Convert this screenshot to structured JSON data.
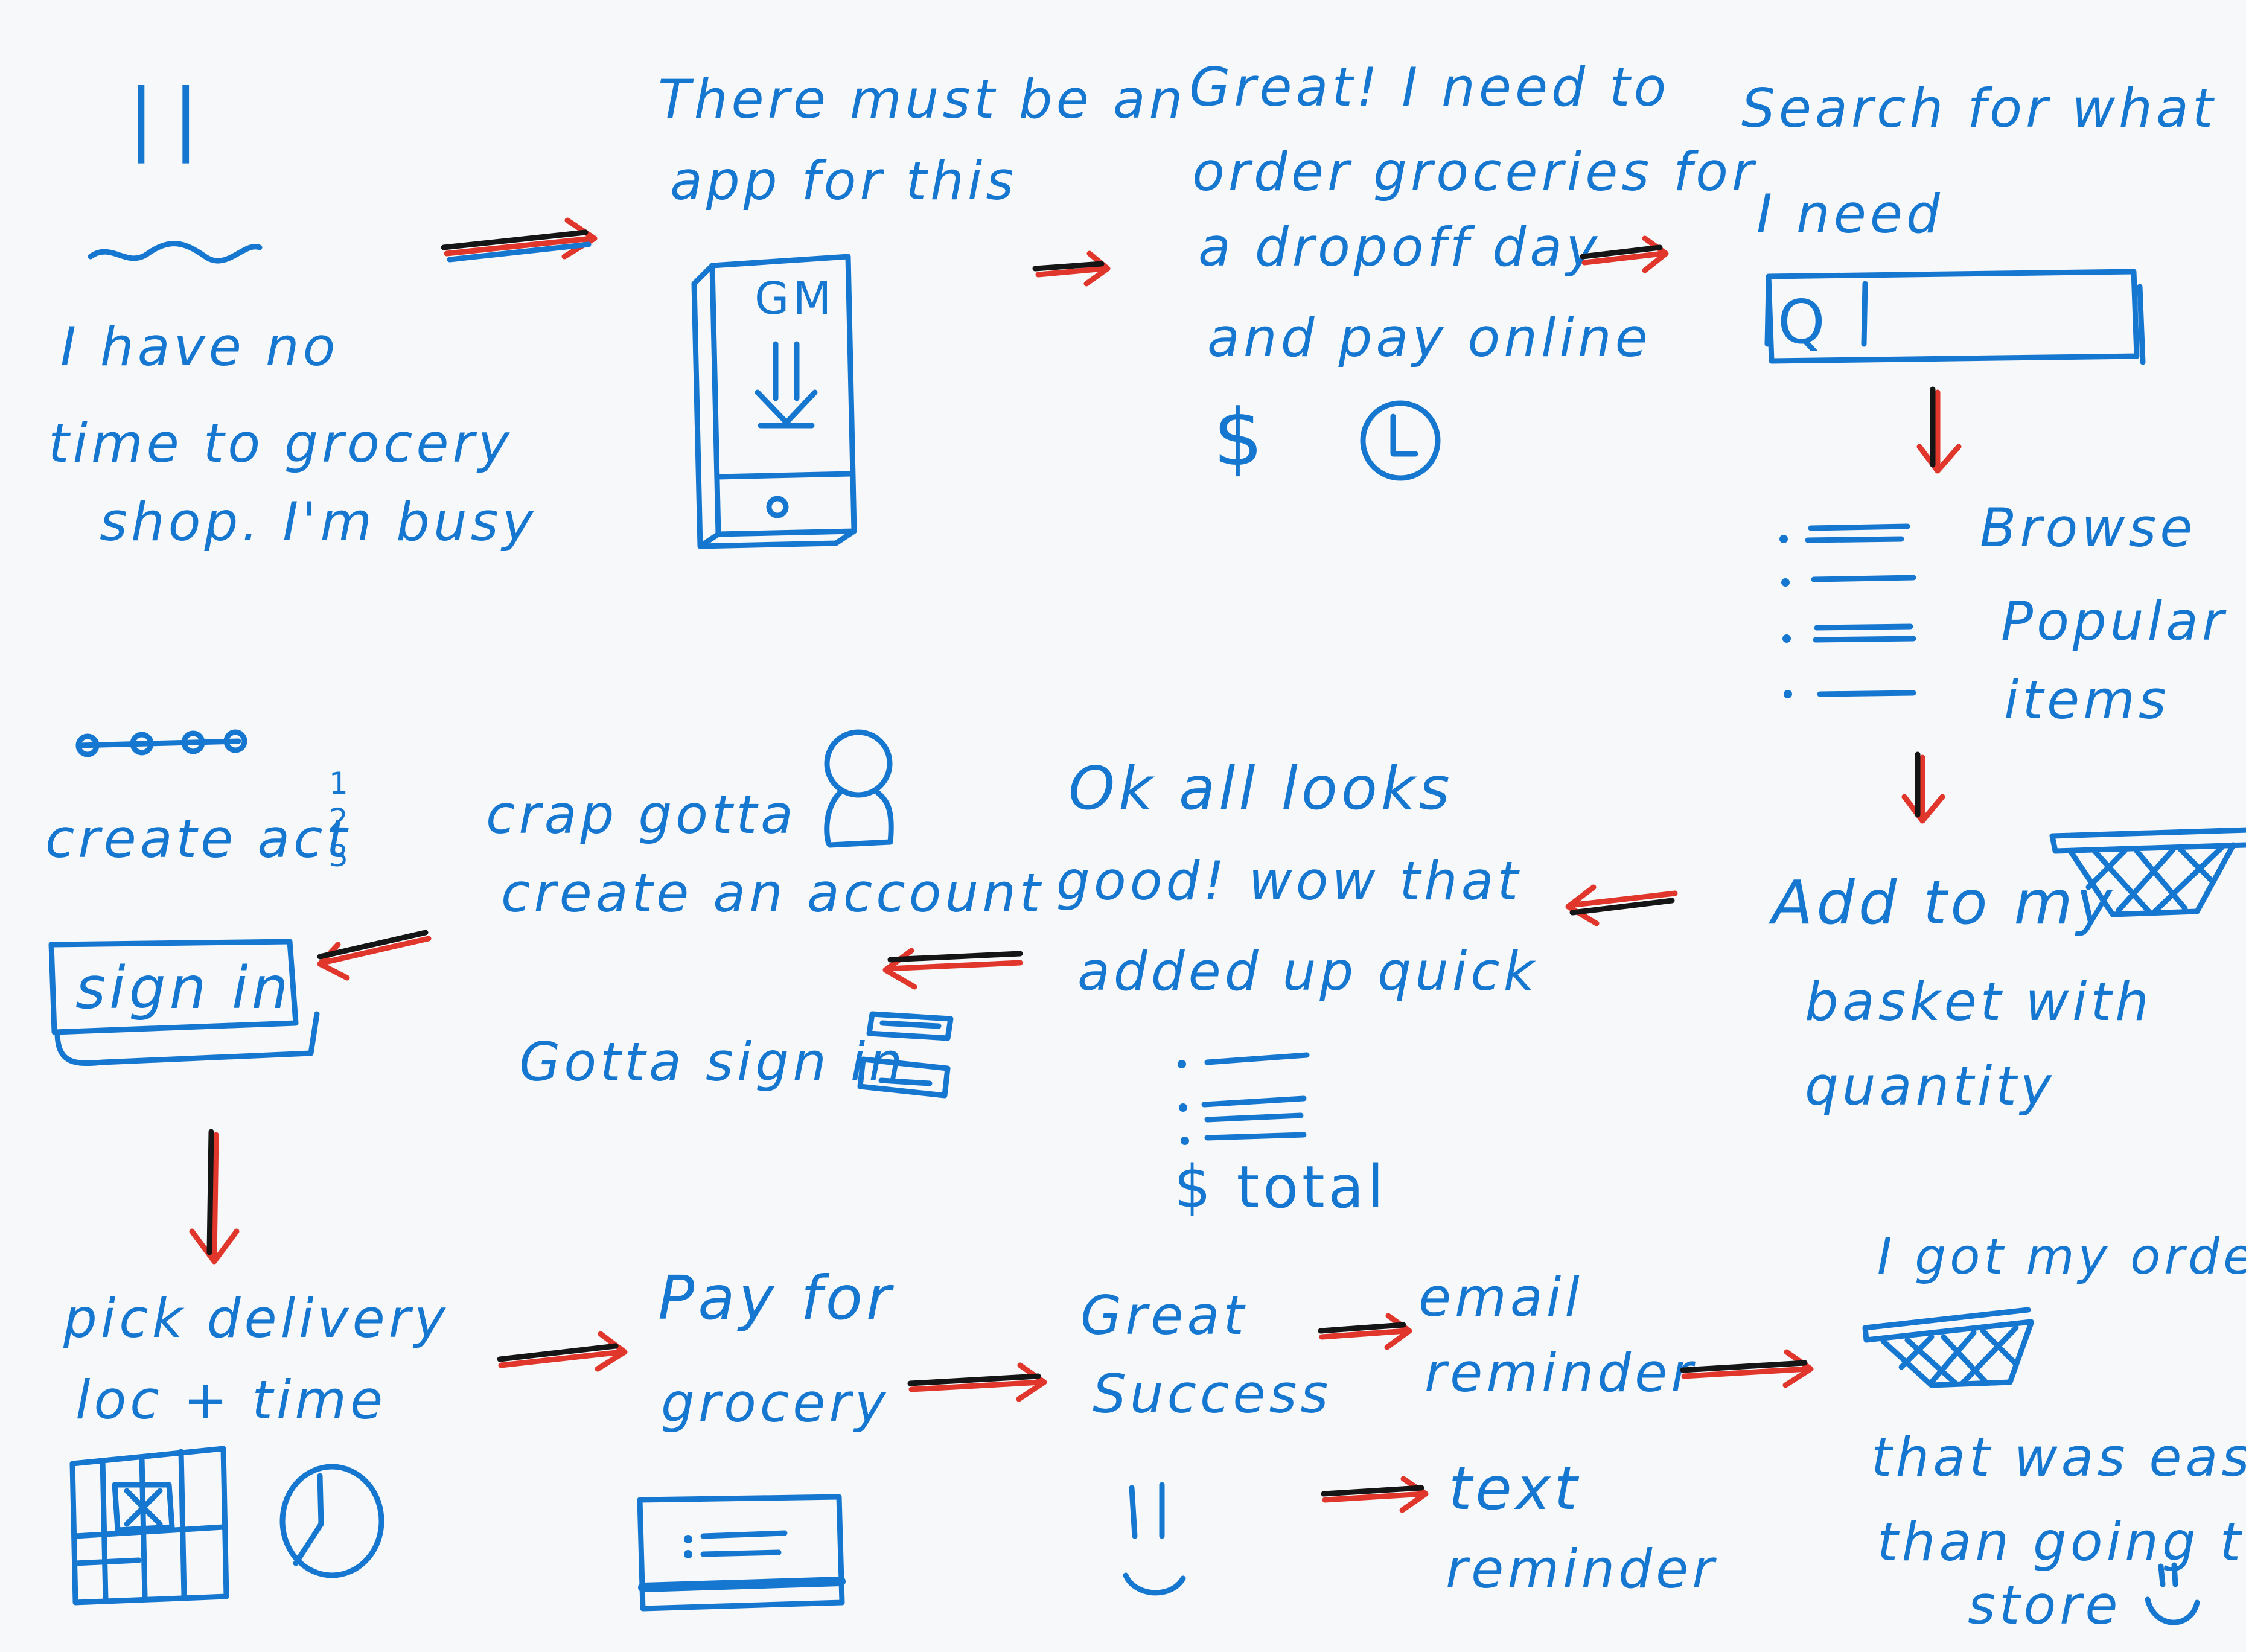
{
  "steps": {
    "s1": {
      "mark": "||",
      "lines": [
        "I have no",
        "time to grocery",
        "shop. I'm busy"
      ]
    },
    "s2": {
      "lines": [
        "There must be an",
        "app for this"
      ],
      "phone_label": "GM"
    },
    "s3": {
      "lines": [
        "Great! I need to",
        "order groceries for",
        "a dropoff day",
        "and pay online"
      ],
      "dollar": "$"
    },
    "s4": {
      "lines": [
        "Search for what",
        "I need"
      ],
      "search_glyph": "Q"
    },
    "s5": {
      "lines": [
        "Browse",
        "Popular",
        "items"
      ]
    },
    "s6": {
      "lines": [
        "Add to my",
        "basket with",
        "quantity"
      ]
    },
    "s7": {
      "lines": [
        "Ok all looks",
        "good! wow that",
        "added up quick"
      ],
      "total": "$ total"
    },
    "s8": {
      "lines": [
        "crap gotta",
        "create an account"
      ],
      "sub": "Gotta sign in"
    },
    "s9": {
      "lines": [
        "create act"
      ],
      "steps_numbers": [
        "1",
        "2",
        "3"
      ],
      "sign_in_label": "sign in"
    },
    "s10": {
      "lines": [
        "pick delivery",
        "loc + time"
      ]
    },
    "s11": {
      "lines": [
        "Pay for",
        "grocery"
      ]
    },
    "s12": {
      "lines": [
        "Great",
        "Success"
      ]
    },
    "s13": {
      "lines": [
        "email",
        "reminder"
      ]
    },
    "s14": {
      "lines": [
        "text",
        "reminder"
      ]
    },
    "s15": {
      "top": "I got my order",
      "lines": [
        "that was easier",
        "than going to",
        "store"
      ]
    }
  },
  "colors": {
    "ink": "#1677d0",
    "red": "#e0362b",
    "black": "#151515",
    "paper": "#f7f8f9"
  }
}
